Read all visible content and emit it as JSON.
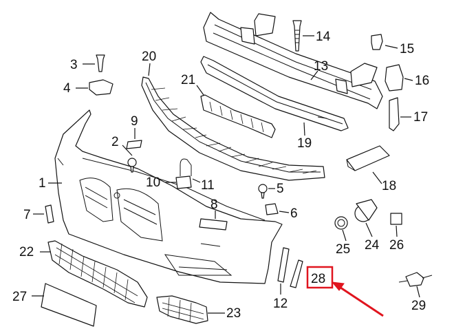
{
  "parts": [
    {
      "id": "p1",
      "label": "1"
    },
    {
      "id": "p2",
      "label": "2"
    },
    {
      "id": "p3",
      "label": "3"
    },
    {
      "id": "p4",
      "label": "4"
    },
    {
      "id": "p5",
      "label": "5"
    },
    {
      "id": "p6",
      "label": "6"
    },
    {
      "id": "p7",
      "label": "7"
    },
    {
      "id": "p8",
      "label": "8"
    },
    {
      "id": "p9",
      "label": "9"
    },
    {
      "id": "p10",
      "label": "10"
    },
    {
      "id": "p11",
      "label": "11"
    },
    {
      "id": "p12",
      "label": "12"
    },
    {
      "id": "p13",
      "label": "13"
    },
    {
      "id": "p14",
      "label": "14"
    },
    {
      "id": "p15",
      "label": "15"
    },
    {
      "id": "p16",
      "label": "16"
    },
    {
      "id": "p17",
      "label": "17"
    },
    {
      "id": "p18",
      "label": "18"
    },
    {
      "id": "p19",
      "label": "19"
    },
    {
      "id": "p20",
      "label": "20"
    },
    {
      "id": "p21",
      "label": "21"
    },
    {
      "id": "p22",
      "label": "22"
    },
    {
      "id": "p23",
      "label": "23"
    },
    {
      "id": "p24",
      "label": "24"
    },
    {
      "id": "p25",
      "label": "25"
    },
    {
      "id": "p26",
      "label": "26"
    },
    {
      "id": "p27",
      "label": "27"
    },
    {
      "id": "p28",
      "label": "28"
    },
    {
      "id": "p29",
      "label": "29"
    }
  ],
  "highlight": {
    "part": "28",
    "color": "#e0141e"
  }
}
